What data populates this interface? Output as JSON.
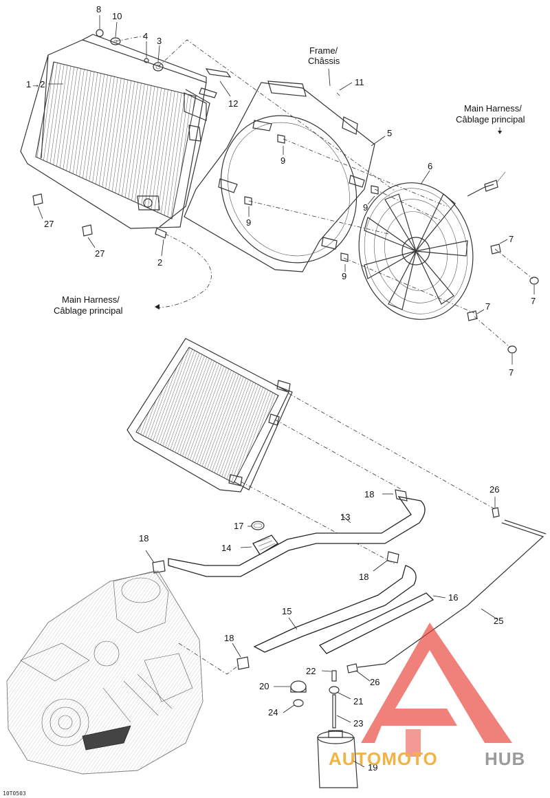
{
  "labels": {
    "frame": "Frame/",
    "chassis": "Châssis",
    "main_harness_1": "Main Harness/",
    "cablage_1": "Câblage principal",
    "main_harness_2": "Main Harness/",
    "cablage_2": "Câblage principal"
  },
  "parts": {
    "p1_2": "1→2",
    "p2": "2",
    "p3": "3",
    "p4": "4",
    "p5": "5",
    "p6": "6",
    "p7a": "7",
    "p7b": "7",
    "p7c": "7",
    "p7d": "7",
    "p8": "8",
    "p9a": "9",
    "p9b": "9",
    "p9c": "9",
    "p9d": "9",
    "p10": "10",
    "p11": "11",
    "p12": "12",
    "p13": "13",
    "p14": "14",
    "p15": "15",
    "p16": "16",
    "p17": "17",
    "p18a": "18",
    "p18b": "18",
    "p18c": "18",
    "p18d": "18",
    "p19": "19",
    "p20": "20",
    "p21": "21",
    "p22": "22",
    "p23": "23",
    "p24": "24",
    "p25": "25",
    "p26a": "26",
    "p26b": "26",
    "p27a": "27",
    "p27b": "27"
  },
  "reference": "10T0503",
  "watermark": {
    "brand_a": "AUTOMOTO",
    "brand_b": "HUB",
    "color_red": "#e8392f",
    "color_yellow": "#f2a623",
    "color_gray": "#8a8a8a"
  }
}
